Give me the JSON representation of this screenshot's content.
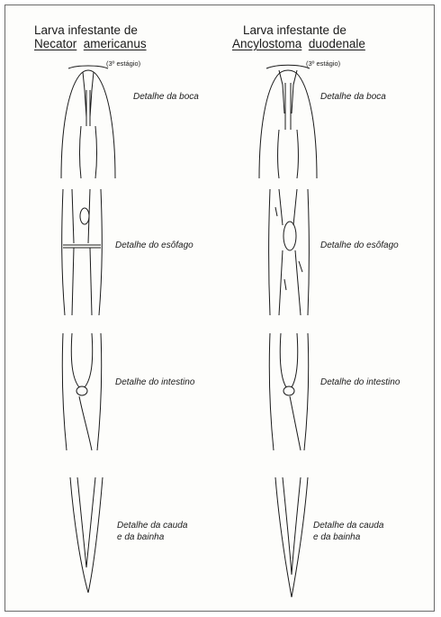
{
  "left_column": {
    "title_line1": "Larva infestante de",
    "genus": "Necator",
    "species": "americanus",
    "stage": "(3º estágio)"
  },
  "right_column": {
    "title_line1": "Larva infestante de",
    "genus": "Ancylostoma",
    "species": "duodenale",
    "stage": "(3º estágio)"
  },
  "captions": {
    "boca": "Detalhe da boca",
    "esofago": "Detalhe do esôfago",
    "intestino": "Detalhe do intestino",
    "cauda_line1": "Detalhe da cauda",
    "cauda_line2": "e da bainha"
  }
}
